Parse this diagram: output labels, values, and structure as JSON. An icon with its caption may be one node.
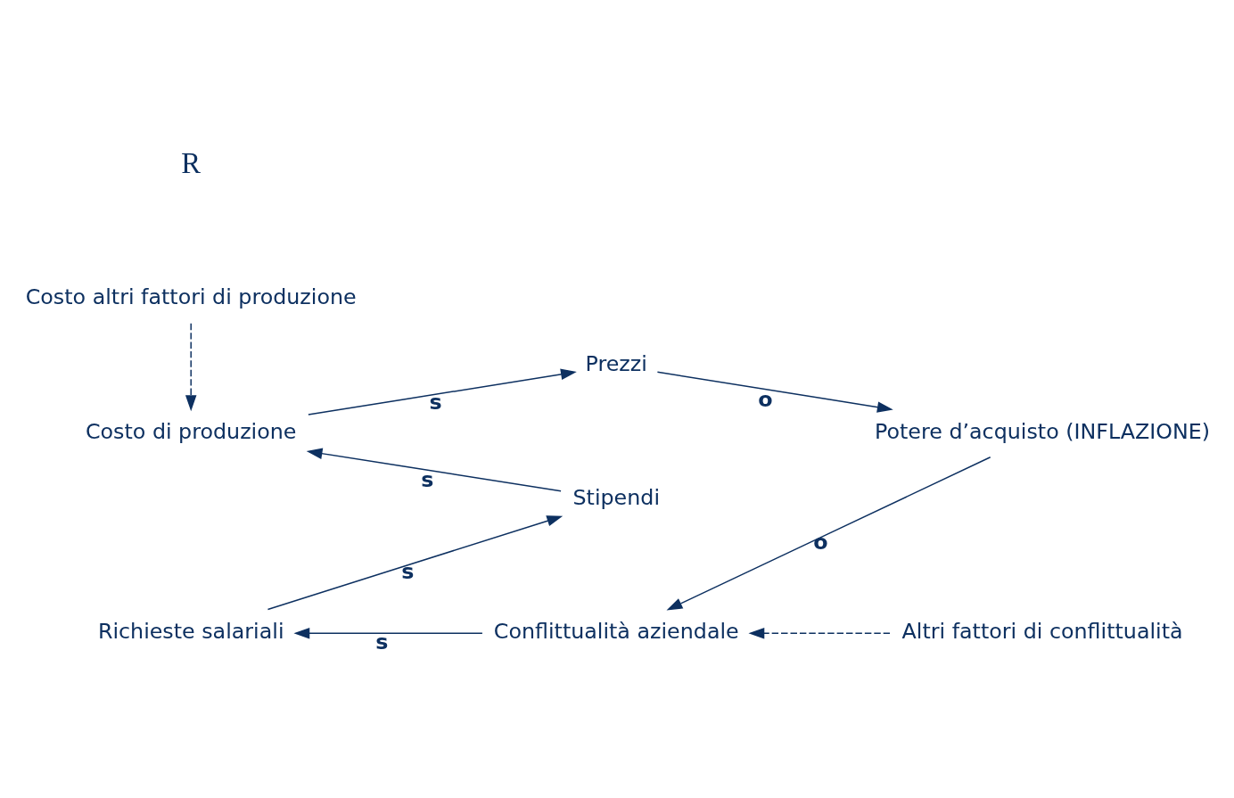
{
  "diagram": {
    "nodes": [
      {
        "text": [
          "Costo altri fattori di produzione"
        ]
      },
      {
        "text": [
          "Costo di produzione"
        ]
      },
      {
        "text": [
          "Prezzi"
        ]
      },
      {
        "text": [
          "Potere d’acquisto (INFLAZIONE)"
        ]
      },
      {
        "text": [
          "Stipendi"
        ]
      },
      {
        "text": [
          "Conflittualità aziendale"
        ]
      },
      {
        "text": [
          "Richieste salariali"
        ]
      },
      {
        "text": [
          "Altri fattori di conflittualità"
        ]
      }
    ],
    "edges": [
      {
        "from": 0,
        "to": 1,
        "arrow": "to",
        "style": "dashed"
      },
      {
        "from": 1,
        "to": 2,
        "arrow": "to",
        "label": "s"
      },
      {
        "from": 2,
        "to": 3,
        "arrow": "to",
        "label": "o"
      },
      {
        "from": 3,
        "to": 5,
        "arrow": "to",
        "label": "o"
      },
      {
        "from": 5,
        "to": 6,
        "arrow": "to",
        "label": "s"
      },
      {
        "from": 6,
        "to": 4,
        "arrow": "to",
        "label": "s"
      },
      {
        "from": 4,
        "to": 1,
        "arrow": "to",
        "label": "s"
      },
      {
        "from": 7,
        "to": 5,
        "arrow": "to",
        "style": "dashed"
      }
    ],
    "labels": [
      "R"
    ]
  }
}
